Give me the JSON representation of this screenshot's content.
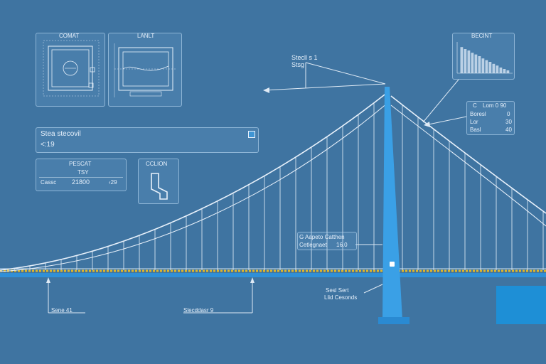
{
  "colors": {
    "background": "#3f74a1",
    "line": "#e8f1fb",
    "tower": "#3aa0e6",
    "deck": "#2f8fd8",
    "rail": "#e0b72a",
    "block": "#1e8fd6"
  },
  "detail_panels": {
    "left_title": "COMAT",
    "right_title": "LANLT"
  },
  "top_callout": {
    "line1": "Stecll s 1",
    "line2": "Stsg"
  },
  "histogram_panel": {
    "title": "BECINT",
    "bars": [
      0.92,
      0.85,
      0.8,
      0.72,
      0.66,
      0.6,
      0.52,
      0.46,
      0.4,
      0.33,
      0.27,
      0.2,
      0.15,
      0.1
    ]
  },
  "small_table": {
    "header_left": "C",
    "header_right": "Lom 0 90",
    "rows": [
      {
        "left": "Boresl",
        "right": "0"
      },
      {
        "left": "Lor",
        "right": "30"
      },
      {
        "left": "Basl",
        "right": "40"
      }
    ]
  },
  "info_bar": {
    "title": "Stea stecovil",
    "value": "<:19",
    "icon": "square-icon"
  },
  "percent_box": {
    "title": "PESCAT",
    "sub": "TSY",
    "row_label": "Cassc",
    "row_value": "21800",
    "row_extra": "‹29"
  },
  "clon_box": {
    "title": "CCLION",
    "icon": "bracket-shape-icon"
  },
  "mid_callout": {
    "line1": "G Aapeto Catthen",
    "line2_label": "Cetlegnaet",
    "line2_value": "16.0"
  },
  "bottom_labels": {
    "left": "Sene 41",
    "mid": "Slecddasr 9",
    "tower_line1": "Sesl Sert",
    "tower_line2": "Llid Cesonds"
  }
}
